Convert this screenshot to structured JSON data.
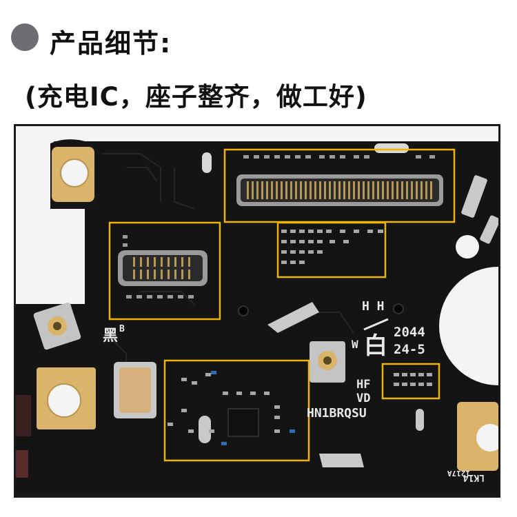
{
  "header": {
    "title": "产品细节:",
    "subtitle": "(充电IC，座子整齐，做工好)"
  },
  "board_markings": {
    "black_label": "黑",
    "black_label_sup": "B",
    "white_label": "白",
    "white_prefix": "W",
    "date_code_1": "2044",
    "date_code_2": "24-5",
    "hf": "HF",
    "vd": "VD",
    "part_code": "HN1BRQSU",
    "rev_code": "LK14",
    "rev_sub": "1217A",
    "hh_mark": "H H"
  },
  "colors": {
    "pcb": "#141414",
    "gold_pad": "#d9b46a",
    "highlight_box": "#f0b400",
    "silver": "#bdbdbd"
  }
}
